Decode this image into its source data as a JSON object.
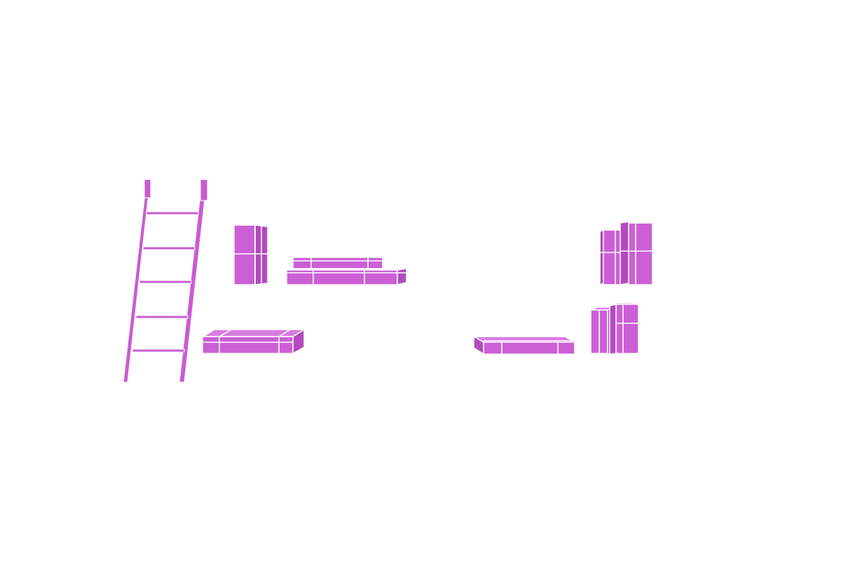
{
  "colors": {
    "background": "#ffffff",
    "box_face": "#cc5fd6",
    "box_side": "#b24bbd",
    "box_top": "#d97be2",
    "outline": "#ffffff",
    "ladder": "#c95cd2"
  },
  "objects": [
    "ladder",
    "upright-box",
    "flat-box-stack",
    "flat-box-left",
    "flat-box-right",
    "upright-box-pair-top",
    "upright-box-pair-bottom"
  ]
}
